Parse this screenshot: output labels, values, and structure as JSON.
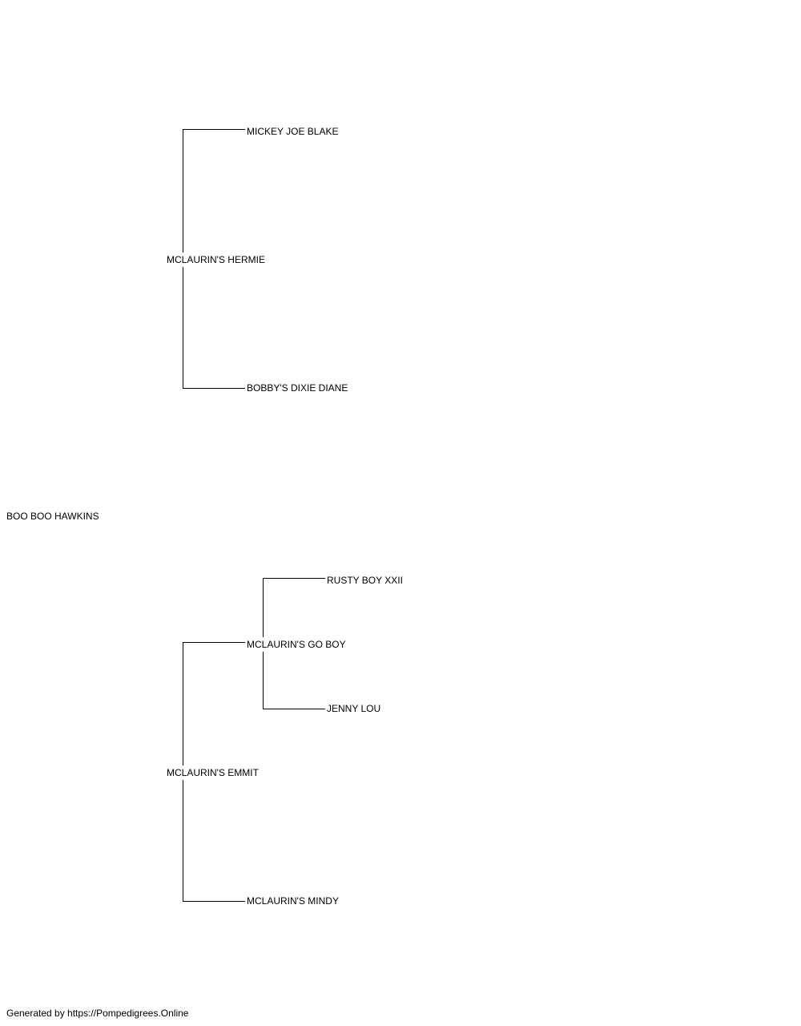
{
  "pedigree": {
    "subject": "BOO BOO HAWKINS",
    "sire": {
      "name": "MCLAURIN'S HERMIE",
      "sire": {
        "name": "MICKEY JOE BLAKE"
      },
      "dam": {
        "name": "BOBBY'S DIXIE DIANE"
      }
    },
    "dam": {
      "name": "MCLAURIN'S EMMIT",
      "sire": {
        "name": "MCLAURIN'S GO BOY",
        "sire": {
          "name": "RUSTY BOY XXII"
        },
        "dam": {
          "name": "JENNY LOU"
        }
      },
      "dam": {
        "name": "MCLAURIN'S MINDY"
      }
    }
  },
  "footer": {
    "text": "Generated by https://Pompedigrees.Online"
  }
}
